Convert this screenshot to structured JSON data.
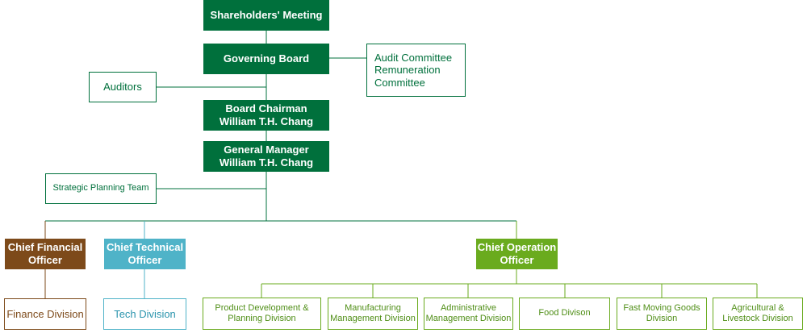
{
  "colors": {
    "board_green": "#00703c",
    "finance_brown": "#7d4a1a",
    "tech_blue": "#4fb3c8",
    "operation_green": "#6aab1e"
  },
  "nodes": {
    "shareholders": {
      "lines": [
        "Shareholders' Meeting"
      ]
    },
    "governing_board": {
      "lines": [
        "Governing Board"
      ]
    },
    "committees": {
      "lines": [
        "Audit Committee",
        "Remuneration",
        "Committee"
      ]
    },
    "auditors": {
      "lines": [
        "Auditors"
      ]
    },
    "chairman": {
      "lines": [
        "Board Chairman",
        "William T.H. Chang"
      ]
    },
    "general_manager": {
      "lines": [
        "General Manager",
        "William T.H. Chang"
      ]
    },
    "strategic_planning": {
      "lines": [
        "Strategic Planning Team"
      ]
    },
    "cfo": {
      "lines": [
        "Chief Financial",
        "Officer"
      ]
    },
    "cto": {
      "lines": [
        "Chief Technical",
        "Officer"
      ]
    },
    "coo": {
      "lines": [
        "Chief Operation",
        "Officer"
      ]
    },
    "finance_division": {
      "lines": [
        "Finance Division"
      ]
    },
    "tech_division": {
      "lines": [
        "Tech Division"
      ]
    }
  },
  "operation_divisions": [
    {
      "lines": [
        "Product Development &",
        "Planning Division"
      ]
    },
    {
      "lines": [
        "Manufacturing",
        "Management Division"
      ]
    },
    {
      "lines": [
        "Administrative",
        "Management Division"
      ]
    },
    {
      "lines": [
        "Food Divison"
      ]
    },
    {
      "lines": [
        "Fast Moving Goods",
        "Division"
      ]
    },
    {
      "lines": [
        "Agricultural &",
        "Livestock Division"
      ]
    }
  ]
}
